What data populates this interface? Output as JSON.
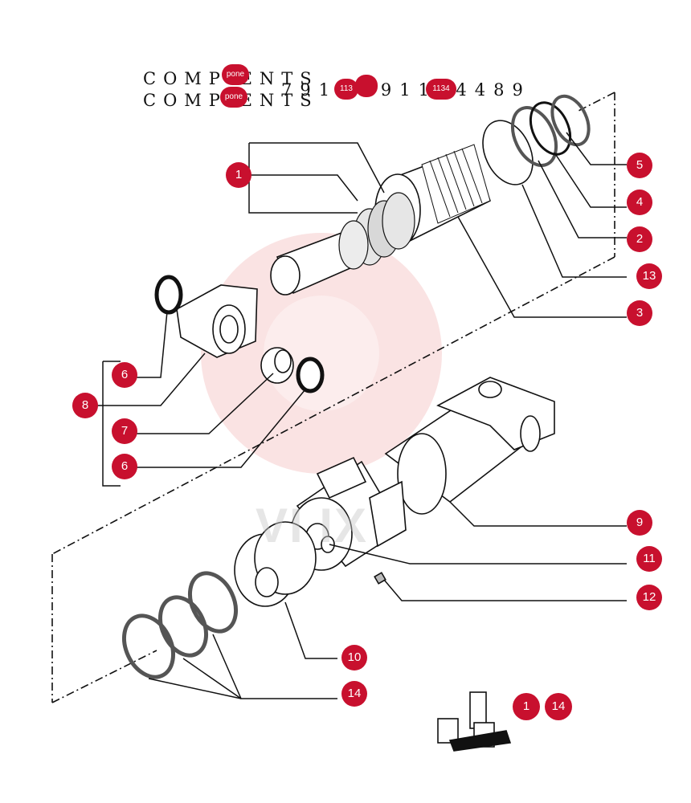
{
  "header": {
    "line1": "COMP  ENTS",
    "line2": "COMP  ENTS",
    "part_range": "791 – 91134489",
    "hotspot_a": "pone",
    "hotspot_b": "pone",
    "hotspot_c": "113",
    "hotspot_d": "1134"
  },
  "watermark": "VI  IX",
  "callouts": [
    {
      "id": "1",
      "label": "1"
    },
    {
      "id": "5",
      "label": "5"
    },
    {
      "id": "4",
      "label": "4"
    },
    {
      "id": "2",
      "label": "2"
    },
    {
      "id": "13",
      "label": "13"
    },
    {
      "id": "3",
      "label": "3"
    },
    {
      "id": "6a",
      "label": "6"
    },
    {
      "id": "8",
      "label": "8"
    },
    {
      "id": "7",
      "label": "7"
    },
    {
      "id": "6b",
      "label": "6"
    },
    {
      "id": "9",
      "label": "9"
    },
    {
      "id": "11",
      "label": "11"
    },
    {
      "id": "12",
      "label": "12"
    },
    {
      "id": "10",
      "label": "10"
    },
    {
      "id": "14",
      "label": "14"
    }
  ],
  "seal_kit": {
    "label_a": "1",
    "label_b": "14"
  },
  "colors": {
    "accent": "#c8102e",
    "line": "#111111"
  }
}
